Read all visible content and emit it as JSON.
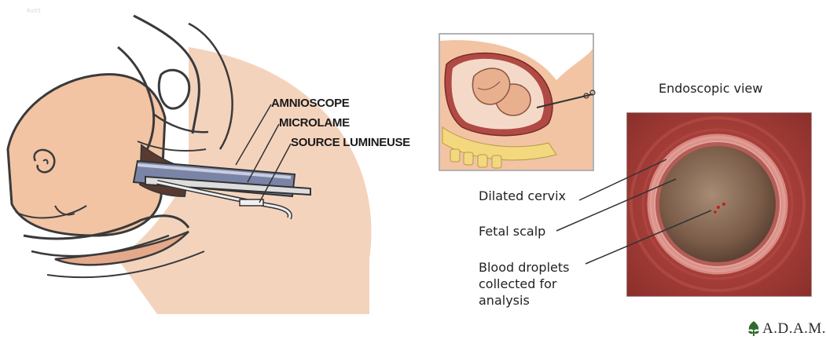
{
  "watermark": "Ra55",
  "tool_labels": {
    "amnioscope": "AMNIOSCOPE",
    "microlame": "MICROLAME",
    "source": "SOURCE LUMINEUSE"
  },
  "endoscopic_view": "Endoscopic view",
  "labels": {
    "dilated_cervix": "Dilated cervix",
    "fetal_scalp": "Fetal scalp",
    "blood_line1": "Blood droplets",
    "blood_line2": "collected for",
    "blood_line3": "analysis"
  },
  "logo": "A.D.A.M.",
  "colors": {
    "skin": "#f2c4a4",
    "skin_dark": "#e4a98a",
    "outline": "#3a3a3a",
    "mucosa_red": "#a8403c",
    "scalp_brown": "#8a6a55",
    "bone_yellow": "#f3d880",
    "logo_leaf": "#2e6b2a"
  }
}
